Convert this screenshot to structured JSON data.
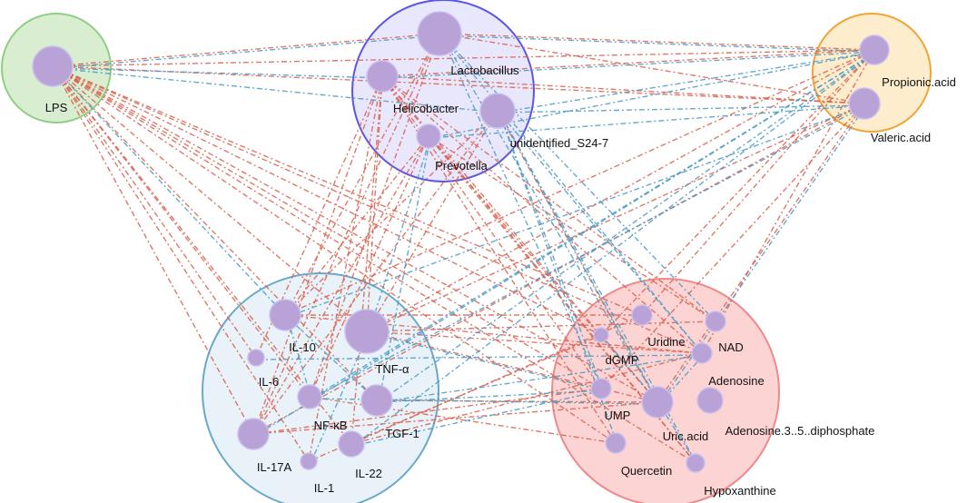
{
  "colors": {
    "positive_edge": "#d9604f",
    "negative_edge": "#4a9ac4",
    "node_fill": "#b9a3d6"
  },
  "groups": [
    {
      "id": "lps",
      "fill": "#cfe9c6",
      "stroke": "#8fcf85"
    },
    {
      "id": "bacteria",
      "fill": "#e3e1fb",
      "stroke": "#5a55e6"
    },
    {
      "id": "scfa",
      "fill": "#fde8bf",
      "stroke": "#f0a53a"
    },
    {
      "id": "cytokines",
      "fill": "#e2eff6",
      "stroke": "#6aa9c9"
    },
    {
      "id": "metabolites",
      "fill": "#fbc9c9",
      "stroke": "#ef8a8a"
    }
  ],
  "nodes": [
    {
      "id": "LPS",
      "label": "LPS"
    },
    {
      "id": "Lactobacillus",
      "label": "Lactobacillus"
    },
    {
      "id": "Helicobacter",
      "label": "Helicobacter"
    },
    {
      "id": "unidentified_S24-7",
      "label": "unidentified_S24-7"
    },
    {
      "id": "Prevotella",
      "label": "Prevotella"
    },
    {
      "id": "Propionic.acid",
      "label": "Propionic.acid"
    },
    {
      "id": "Valeric.acid",
      "label": "Valeric.acid"
    },
    {
      "id": "IL-10",
      "label": "IL-10"
    },
    {
      "id": "TNF-α",
      "label": "TNF-α"
    },
    {
      "id": "IL-6",
      "label": "IL-6"
    },
    {
      "id": "NF-κB",
      "label": "NF-κB"
    },
    {
      "id": "TGF-1",
      "label": "TGF-1"
    },
    {
      "id": "IL-17A",
      "label": "IL-17A"
    },
    {
      "id": "IL-22",
      "label": "IL-22"
    },
    {
      "id": "IL-1",
      "label": "IL-1"
    },
    {
      "id": "Uridine",
      "label": "Uridine"
    },
    {
      "id": "NAD",
      "label": "NAD"
    },
    {
      "id": "dGMP",
      "label": "dGMP"
    },
    {
      "id": "Adenosine",
      "label": "Adenosine"
    },
    {
      "id": "UMP",
      "label": "UMP"
    },
    {
      "id": "Uric.acid",
      "label": "Uric.acid"
    },
    {
      "id": "Adenosine.3..5..diphosphate",
      "label": "Adenosine.3..5..diphosphate"
    },
    {
      "id": "Quercetin",
      "label": "Quercetin"
    },
    {
      "id": "Hypoxanthine",
      "label": "Hypoxanthine"
    }
  ],
  "edges": {
    "positive": [
      [
        "LPS",
        "Lactobacillus"
      ],
      [
        "LPS",
        "Propionic.acid"
      ],
      [
        "LPS",
        "Valeric.acid"
      ],
      [
        "LPS",
        "IL-6"
      ],
      [
        "LPS",
        "NF-κB"
      ],
      [
        "LPS",
        "TGF-1"
      ],
      [
        "LPS",
        "IL-17A"
      ],
      [
        "LPS",
        "IL-22"
      ],
      [
        "LPS",
        "IL-1"
      ],
      [
        "LPS",
        "TNF-α"
      ],
      [
        "LPS",
        "Uridine"
      ],
      [
        "LPS",
        "Uric.acid"
      ],
      [
        "LPS",
        "Adenosine"
      ],
      [
        "LPS",
        "UMP"
      ],
      [
        "LPS",
        "Quercetin"
      ],
      [
        "LPS",
        "Hypoxanthine"
      ],
      [
        "LPS",
        "dGMP"
      ],
      [
        "Lactobacillus",
        "Propionic.acid"
      ],
      [
        "Lactobacillus",
        "Valeric.acid"
      ],
      [
        "Lactobacillus",
        "IL-17A"
      ],
      [
        "Lactobacillus",
        "IL-10"
      ],
      [
        "Lactobacillus",
        "NF-κB"
      ],
      [
        "Helicobacter",
        "Propionic.acid"
      ],
      [
        "Helicobacter",
        "Valeric.acid"
      ],
      [
        "Helicobacter",
        "IL-6"
      ],
      [
        "Helicobacter",
        "IL-17A"
      ],
      [
        "Helicobacter",
        "TNF-α"
      ],
      [
        "Helicobacter",
        "IL-22"
      ],
      [
        "Helicobacter",
        "IL-1"
      ],
      [
        "Helicobacter",
        "Uric.acid"
      ],
      [
        "Helicobacter",
        "NAD"
      ],
      [
        "Helicobacter",
        "Adenosine"
      ],
      [
        "Helicobacter",
        "UMP"
      ],
      [
        "Helicobacter",
        "Hypoxanthine"
      ],
      [
        "Helicobacter",
        "Quercetin"
      ],
      [
        "Prevotella",
        "IL-10"
      ],
      [
        "Prevotella",
        "IL-17A"
      ],
      [
        "Prevotella",
        "NF-κB"
      ],
      [
        "Prevotella",
        "Uric.acid"
      ],
      [
        "Prevotella",
        "Hypoxanthine"
      ],
      [
        "Prevotella",
        "NAD"
      ],
      [
        "unidentified_S24-7",
        "IL-10"
      ],
      [
        "unidentified_S24-7",
        "IL-17A"
      ],
      [
        "unidentified_S24-7",
        "TNF-α"
      ],
      [
        "unidentified_S24-7",
        "Uric.acid"
      ],
      [
        "Propionic.acid",
        "IL-10"
      ],
      [
        "Propionic.acid",
        "TNF-α"
      ],
      [
        "Propionic.acid",
        "Uridine"
      ],
      [
        "Propionic.acid",
        "Adenosine"
      ],
      [
        "Propionic.acid",
        "dGMP"
      ],
      [
        "Valeric.acid",
        "TNF-α"
      ],
      [
        "Valeric.acid",
        "IL-17A"
      ],
      [
        "Valeric.acid",
        "UMP"
      ],
      [
        "Valeric.acid",
        "Uric.acid"
      ],
      [
        "IL-10",
        "Uridine"
      ],
      [
        "IL-10",
        "Adenosine"
      ],
      [
        "TNF-α",
        "NAD"
      ],
      [
        "TNF-α",
        "Uric.acid"
      ],
      [
        "TNF-α",
        "Adenosine"
      ],
      [
        "IL-17A",
        "Uric.acid"
      ],
      [
        "IL-17A",
        "UMP"
      ],
      [
        "IL-22",
        "Uridine"
      ],
      [
        "IL-22",
        "Adenosine"
      ],
      [
        "TGF-1",
        "Uric.acid"
      ],
      [
        "NF-κB",
        "Quercetin"
      ],
      [
        "IL-1",
        "dGMP"
      ]
    ],
    "negative": [
      [
        "LPS",
        "Lactobacillus"
      ],
      [
        "LPS",
        "Helicobacter"
      ],
      [
        "LPS",
        "IL-10"
      ],
      [
        "LPS",
        "unidentified_S24-7"
      ],
      [
        "Lactobacillus",
        "UMP"
      ],
      [
        "Lactobacillus",
        "Uric.acid"
      ],
      [
        "Lactobacillus",
        "Adenosine"
      ],
      [
        "Lactobacillus",
        "NAD"
      ],
      [
        "Lactobacillus",
        "Propionic.acid"
      ],
      [
        "Helicobacter",
        "Propionic.acid"
      ],
      [
        "unidentified_S24-7",
        "Valeric.acid"
      ],
      [
        "unidentified_S24-7",
        "Propionic.acid"
      ],
      [
        "unidentified_S24-7",
        "Hypoxanthine"
      ],
      [
        "unidentified_S24-7",
        "Quercetin"
      ],
      [
        "unidentified_S24-7",
        "UMP"
      ],
      [
        "unidentified_S24-7",
        "Uric.acid"
      ],
      [
        "unidentified_S24-7",
        "Adenosine"
      ],
      [
        "Prevotella",
        "Propionic.acid"
      ],
      [
        "Prevotella",
        "Valeric.acid"
      ],
      [
        "Prevotella",
        "TNF-α"
      ],
      [
        "Prevotella",
        "TGF-1"
      ],
      [
        "Propionic.acid",
        "IL-22"
      ],
      [
        "Propionic.acid",
        "TGF-1"
      ],
      [
        "Propionic.acid",
        "IL-17A"
      ],
      [
        "Propionic.acid",
        "NF-κB"
      ],
      [
        "Valeric.acid",
        "IL-10"
      ],
      [
        "Valeric.acid",
        "NF-κB"
      ],
      [
        "Valeric.acid",
        "Uric.acid"
      ],
      [
        "IL-10",
        "TGF-1"
      ],
      [
        "IL-10",
        "NF-κB"
      ],
      [
        "TNF-α",
        "UMP"
      ],
      [
        "TNF-α",
        "IL-1"
      ],
      [
        "TGF-1",
        "UMP"
      ],
      [
        "TGF-1",
        "Adenosine"
      ],
      [
        "IL-22",
        "UMP"
      ],
      [
        "NF-κB",
        "Uric.acid"
      ],
      [
        "IL-6",
        "Adenosine"
      ],
      [
        "Uric.acid",
        "Adenosine"
      ],
      [
        "Uric.acid",
        "Hypoxanthine"
      ],
      [
        "Uric.acid",
        "dGMP"
      ]
    ]
  }
}
